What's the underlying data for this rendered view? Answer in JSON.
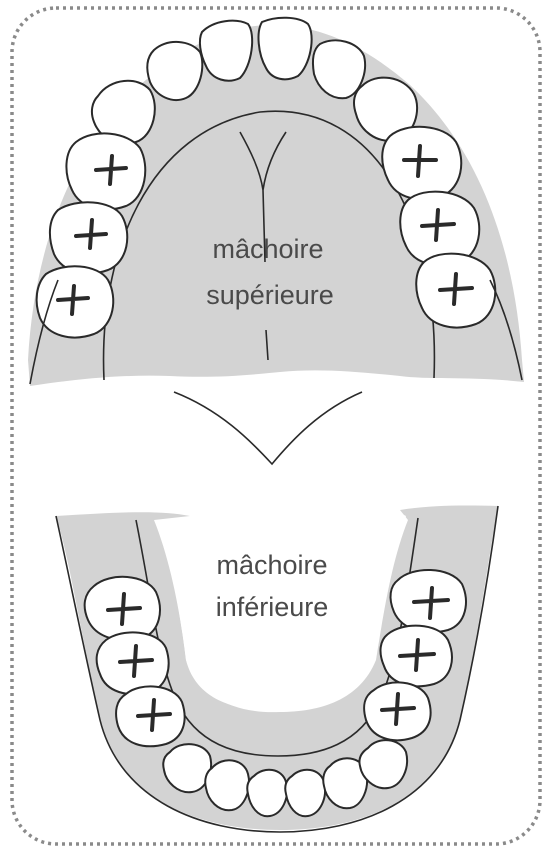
{
  "colors": {
    "gum": "#d3d3d3",
    "tooth": "#ffffff",
    "line": "#2a2a2a",
    "frame": "#8a8a8a",
    "text": "#4a4a4a"
  },
  "upper_jaw": {
    "label_line1": "mâchoire",
    "label_line2": "supérieure"
  },
  "lower_jaw": {
    "label_line1": "mâchoire",
    "label_line2": "inférieure"
  }
}
